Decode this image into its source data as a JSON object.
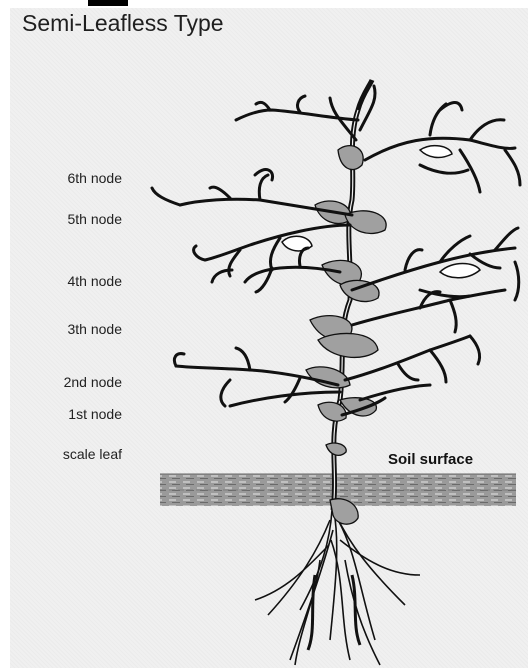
{
  "title": "Semi-Leafless Type",
  "labels": {
    "node6": "6th node",
    "node5": "5th node",
    "node4": "4th node",
    "node3": "3th node",
    "node2": "2nd node",
    "node1": "1st node",
    "scale_leaf": "scale leaf",
    "soil_surface": "Soil surface"
  },
  "colors": {
    "background": "#f0f0f0",
    "stipule": "#a0a0a0",
    "stem": "#111111",
    "soil": "#8c8c8c"
  }
}
